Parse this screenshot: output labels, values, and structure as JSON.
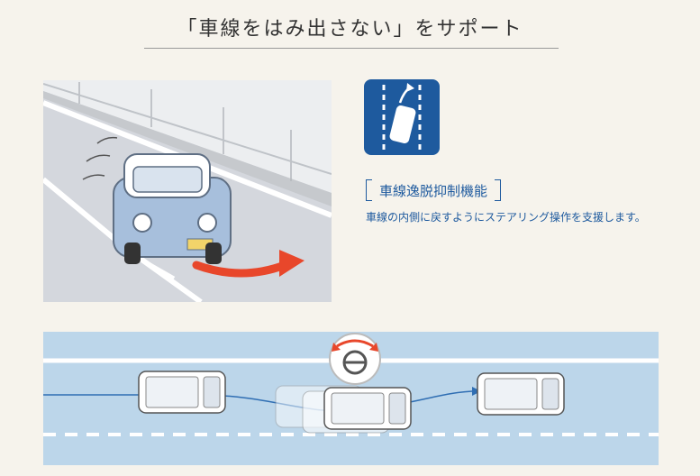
{
  "header": {
    "title": "「車線をはみ出さない」をサポート"
  },
  "feature": {
    "name": "車線逸脱抑制機能",
    "description": "車線の内側に戻すようにステアリング操作を支援します。"
  },
  "colors": {
    "accent_blue": "#1e5a9e",
    "arrow_red": "#e8472b",
    "car_blue": "#9fb8d8",
    "road_light": "#bcd6ea"
  },
  "icons": {
    "lane_icon": "lane-departure-icon",
    "steering_icon": "steering-assist-icon"
  }
}
